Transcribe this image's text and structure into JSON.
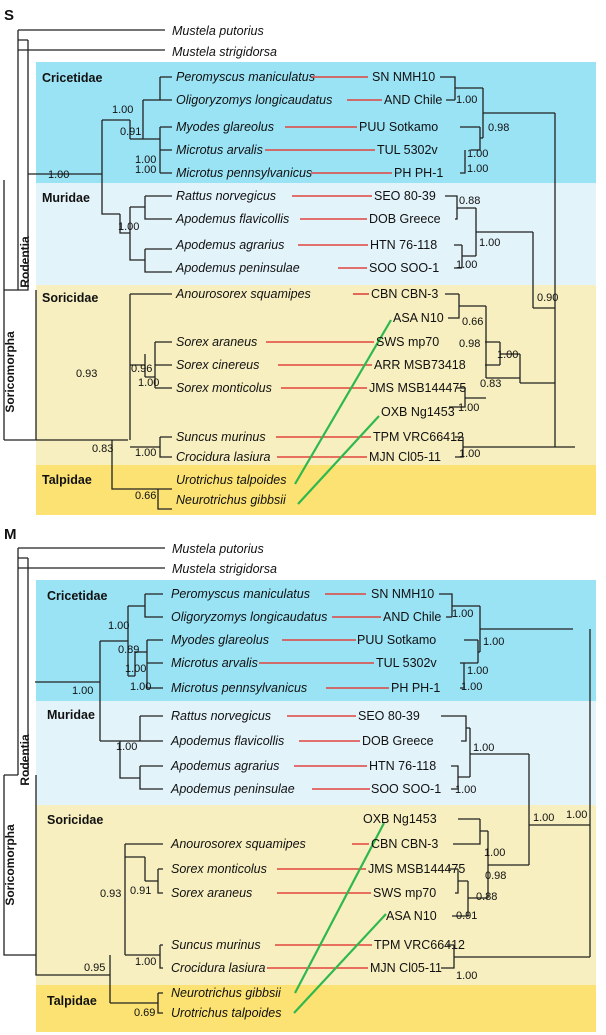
{
  "colors": {
    "cricetidae": "#9ae3f5",
    "muridae": "#e3f3fa",
    "soricidae": "#f7efbf",
    "talpidae": "#fbe273",
    "association_line": "#e0453f",
    "host_switch_line": "#2eb84e"
  },
  "panel_S": {
    "letter": "S",
    "outgroup": [
      "Mustela putorius",
      "Mustela strigidorsa"
    ],
    "families": [
      "Cricetidae",
      "Muridae",
      "Soricidae",
      "Talpidae"
    ],
    "orders": [
      "Rodentia",
      "Soricomorpha"
    ],
    "hosts": [
      "Peromyscus maniculatus",
      "Oligoryzomys longicaudatus",
      "Myodes glareolus",
      "Microtus arvalis",
      "Microtus pennsylvanicus",
      "Rattus norvegicus",
      "Apodemus flavicollis",
      "Apodemus agrarius",
      "Apodemus peninsulae",
      "Anourosorex squamipes",
      "Sorex araneus",
      "Sorex cinereus",
      "Sorex monticolus",
      "Suncus murinus",
      "Crocidura lasiura",
      "Urotrichus talpoides",
      "Neurotrichus gibbsii"
    ],
    "viruses": [
      "SN NMH10",
      "AND Chile",
      "PUU Sotkamo",
      "TUL 5302v",
      "PH PH-1",
      "SEO 80-39",
      "DOB Greece",
      "HTN 76-118",
      "SOO SOO-1",
      "CBN CBN-3",
      "ASA N10",
      "SWS mp70",
      "ARR MSB73418",
      "JMS MSB144475",
      "OXB Ng1453",
      "TPM VRC66412",
      "MJN Cl05-11"
    ],
    "host_support": [
      "1.00",
      "1.00",
      "0.91",
      "1.00",
      "1.00",
      "1.00",
      "0.93",
      "0.96",
      "1.00",
      "0.83",
      "1.00",
      "0.66"
    ],
    "virus_support": [
      "1.00",
      "0.98",
      "1.00",
      "1.00",
      "0.88",
      "1.00",
      "1.00",
      "0.90",
      "0.66",
      "0.98",
      "1.00",
      "0.83",
      "1.00",
      "1.00"
    ]
  },
  "panel_M": {
    "letter": "M",
    "outgroup": [
      "Mustela putorius",
      "Mustela strigidorsa"
    ],
    "families": [
      "Cricetidae",
      "Muridae",
      "Soricidae",
      "Talpidae"
    ],
    "orders": [
      "Rodentia",
      "Soricomorpha"
    ],
    "hosts": [
      "Peromyscus maniculatus",
      "Oligoryzomys longicaudatus",
      "Myodes glareolus",
      "Microtus arvalis",
      "Microtus pennsylvanicus",
      "Rattus norvegicus",
      "Apodemus flavicollis",
      "Apodemus agrarius",
      "Apodemus peninsulae",
      "Anourosorex squamipes",
      "Sorex monticolus",
      "Sorex araneus",
      "Suncus murinus",
      "Crocidura lasiura",
      "Neurotrichus gibbsii",
      "Urotrichus talpoides"
    ],
    "viruses": [
      "SN NMH10",
      "AND Chile",
      "PUU Sotkamo",
      "TUL 5302v",
      "PH PH-1",
      "SEO 80-39",
      "DOB Greece",
      "HTN 76-118",
      "SOO SOO-1",
      "OXB Ng1453",
      "CBN CBN-3",
      "JMS MSB144475",
      "SWS mp70",
      "ASA N10",
      "TPM VRC66412",
      "MJN Cl05-11"
    ],
    "host_support": [
      "1.00",
      "0.89",
      "1.00",
      "1.00",
      "1.00",
      "1.00",
      "0.93",
      "0.91",
      "1.00",
      "0.95",
      "0.69"
    ],
    "virus_support": [
      "1.00",
      "1.00",
      "1.00",
      "1.00",
      "1.00",
      "1.00",
      "1.00",
      "1.00",
      "0.98",
      "0.88",
      "0.91",
      "1.00",
      "1.00"
    ]
  }
}
